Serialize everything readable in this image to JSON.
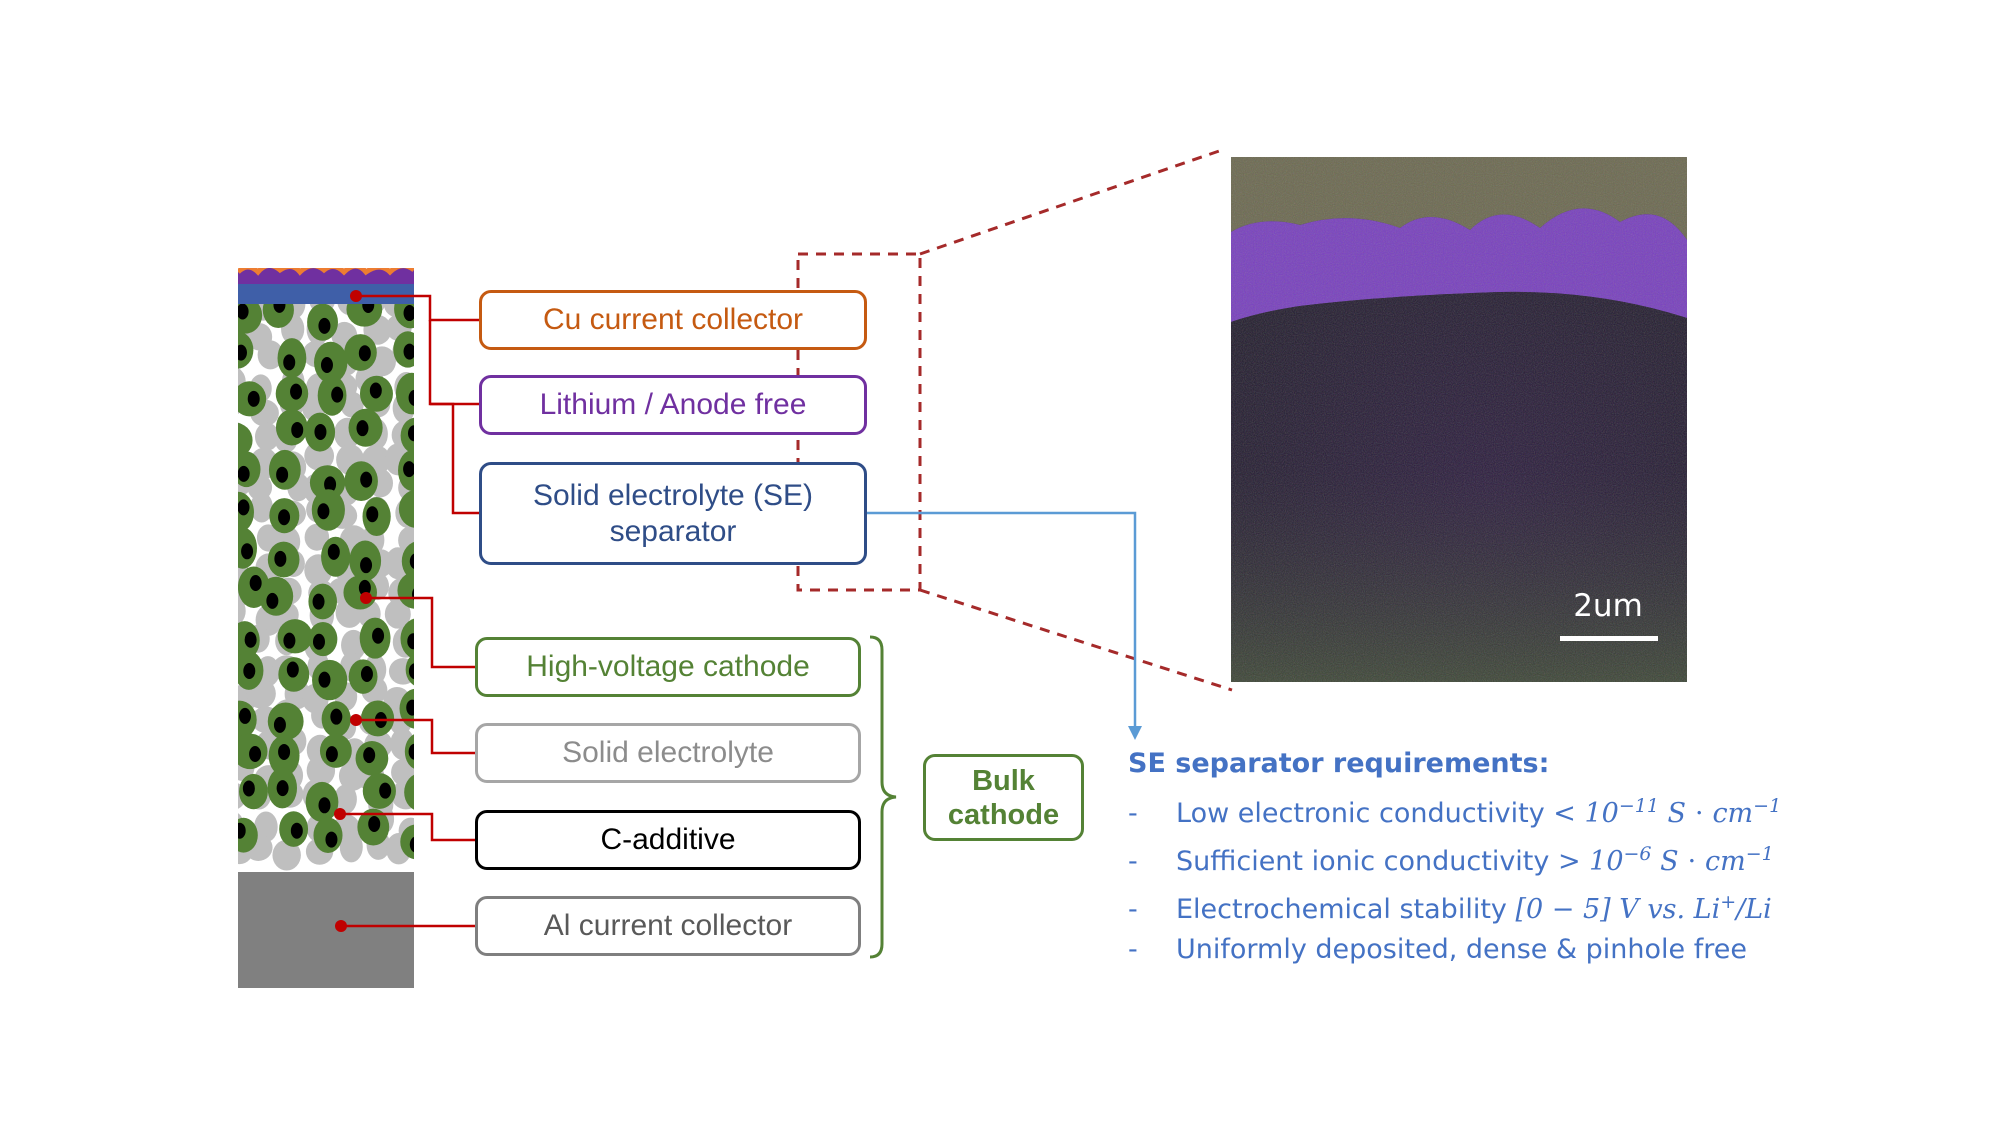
{
  "layers": [
    {
      "id": "cu",
      "label": "Cu current collector",
      "color": "#c55a11"
    },
    {
      "id": "li",
      "label": "Lithium / Anode free",
      "color": "#7030a0"
    },
    {
      "id": "se",
      "label_line1": "Solid electrolyte (SE)",
      "label_line2": "separator",
      "color": "#2f4d87"
    },
    {
      "id": "hv",
      "label": "High-voltage cathode",
      "color": "#548235"
    },
    {
      "id": "sol",
      "label": "Solid electrolyte",
      "color": "#a6a6a6"
    },
    {
      "id": "c",
      "label": "C-additive",
      "color": "#000000"
    },
    {
      "id": "al",
      "label": "Al current collector",
      "color": "#7f7f7f"
    }
  ],
  "bulk_label_line1": "Bulk",
  "bulk_label_line2": "cathode",
  "scale_bar_label": "2um",
  "requirements": {
    "title": "SE separator requirements:",
    "items": [
      {
        "text": "Low electronic conductivity",
        "math_prefix": "< 10",
        "exp1": "−11",
        "math_mid": " S ⋅ cm",
        "exp2": "−1"
      },
      {
        "text": "Sufficient ionic conductivity",
        "math_prefix": "> 10",
        "exp1": "−6",
        "math_mid": " S ⋅ cm",
        "exp2": "−1"
      },
      {
        "text": "Electrochemical stability",
        "math_prefix": "[0 − 5] V vs. Li",
        "exp1": "+",
        "math_mid": "/Li",
        "exp2": ""
      },
      {
        "text": "Uniformly deposited, dense & pinhole free"
      }
    ],
    "bullet": "-"
  },
  "colors": {
    "connector": "#c00000",
    "zoom_dash": "#a52a2a",
    "arrow": "#5b9bd5",
    "text_blue": "#4472c4",
    "cathode_green": "#548235",
    "se_gray": "#bfbfbf",
    "carbon": "#000000",
    "al_gray": "#808080"
  }
}
